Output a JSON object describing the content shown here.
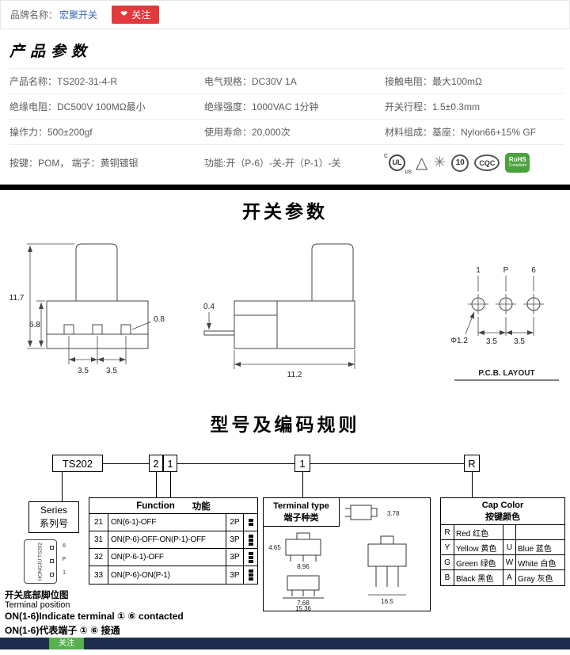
{
  "colors": {
    "brand_link_blue": "#3a66b0",
    "follow_red": "#e4393c",
    "rohs_green": "#4aa23c",
    "footer_bar_navy": "#1e2d4d",
    "footer_badge_green": "#56b14e"
  },
  "brand_bar": {
    "label": "品牌名称：",
    "brand_name": "宏聚开关",
    "heart": "❤",
    "follow_label": "关注"
  },
  "product_section": {
    "heading": "产品参数",
    "rows": [
      [
        "产品名称：TS202-31-4-R",
        "电气规格：DC30V  1A",
        "接触电阻：最大100mΩ"
      ],
      [
        "绝缘电阻：DC500V  100MΩ最小",
        "绝缘强度：1000VAC  1分钟",
        "开关行程：1.5±0.3mm"
      ],
      [
        "操作力：500±200gf",
        "使用寿命：20,000次",
        "材料组成：基座：Nylon66+15% GF"
      ],
      [
        "按键：POM， 端子：黄铜镀银",
        "功能:开（P-6）-关-开（P-1）-关"
      ]
    ],
    "certs": {
      "ul_c": "c",
      "ul": "UL",
      "ul_us": "us",
      "triangle": "△",
      "mark": "✳",
      "efup": "10",
      "cqc": "CQC",
      "rohs": "RoHS",
      "rohs_sub": "Compliant"
    }
  },
  "switch_section": {
    "heading": "开关参数",
    "front": {
      "total_height": "11.7",
      "body_height": "6.8",
      "pin_width": "0.8",
      "pitch_a": "3.5",
      "pitch_b": "3.5"
    },
    "side": {
      "pin_thickness": "0.4",
      "body_width": "11.2"
    },
    "pcb": {
      "pin1": "1",
      "pinP": "P",
      "pin6": "6",
      "hole_dia": "Φ1.2",
      "pitch_a": "3.5",
      "pitch_b": "3.5",
      "title": "P.C.B. LAYOUT"
    }
  },
  "coding_section": {
    "heading": "型号及编码规则",
    "code": {
      "series": "TS202",
      "func_a": "2",
      "func_b": "1",
      "terminal": "1",
      "cap_color": "R"
    },
    "series_label": {
      "en": "Series",
      "zh": "系列号"
    },
    "function": {
      "en": "Function",
      "zh": "功能",
      "rows": [
        {
          "code": "21",
          "desc": "ON(6-1)-OFF",
          "poles": "2P"
        },
        {
          "code": "31",
          "desc": "ON(P-6)-OFF-ON(P-1)-OFF",
          "poles": "3P"
        },
        {
          "code": "32",
          "desc": "ON(P-6-1)-OFF",
          "poles": "3P"
        },
        {
          "code": "33",
          "desc": "ON(P-6)-ON(P-1)",
          "poles": "3P"
        }
      ]
    },
    "terminal_type": {
      "en": "Terminal type",
      "zh": "端子种类",
      "dim_tr": "3.78",
      "dim_ml_w": "8.96",
      "dim_ml_h": "4.65",
      "dim_bl_w": "7.68",
      "dim_bl_base": "15.36",
      "dim_br": "16.5"
    },
    "cap_color": {
      "en": "Cap Color",
      "zh": "按键颜色",
      "rows": [
        {
          "k1": "R",
          "v1": "Red 红色",
          "k2": "",
          "v2": ""
        },
        {
          "k1": "Y",
          "v1": "Yellow 黄色",
          "k2": "U",
          "v2": "Blue 蓝色"
        },
        {
          "k1": "G",
          "v1": "Green 绿色",
          "k2": "W",
          "v2": "White 白色"
        },
        {
          "k1": "B",
          "v1": "Black 黑色",
          "k2": "A",
          "v2": "Gray 灰色"
        }
      ]
    },
    "terminal_position": {
      "zh": "开关底部脚位图",
      "en": "Terminal position",
      "marking": "HONGJU TS202",
      "pin_top": "6",
      "pin_mid": "P",
      "pin_bot": "1"
    },
    "note_en": "ON(1-6)Indicate terminal ① ⑥ contacted",
    "note_zh": "ON(1-6)代表端子 ① ⑥ 接通"
  },
  "footer": {
    "badge": "关注"
  }
}
